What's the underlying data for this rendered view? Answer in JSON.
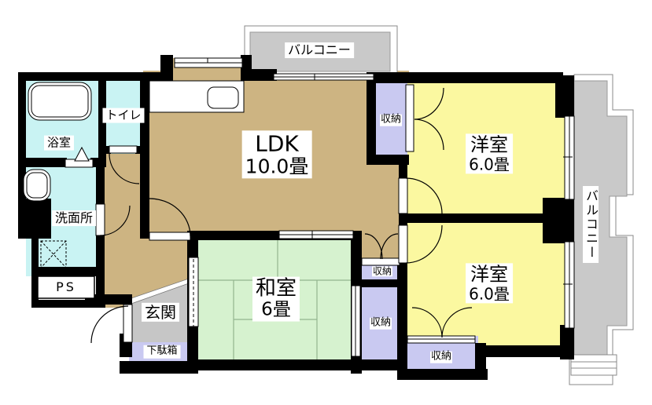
{
  "plan": {
    "rooms": {
      "ldk": {
        "name": "LDK",
        "size": "10.0畳"
      },
      "washitsu": {
        "name": "和室",
        "size": "6畳"
      },
      "youshitsu_upper": {
        "name": "洋室",
        "size": "6.0畳"
      },
      "youshitsu_lower": {
        "name": "洋室",
        "size": "6.0畳"
      },
      "bathroom": "浴室",
      "toilet": "トイレ",
      "washroom": "洗面所",
      "pipe_space": "PS",
      "entrance": "玄関",
      "shoe_cabinet": "下駄箱"
    },
    "balconies": {
      "top": "バルコニー",
      "right": "バルコニー"
    },
    "storages": [
      "収納",
      "収納",
      "収納",
      "収納"
    ]
  },
  "colors": {
    "wall": "#000000",
    "ldk": "#cdb482",
    "tatami": "#d6f2cf",
    "western": "#fbf8a0",
    "wet": "#c9f3f3",
    "storage": "#c9c9f1",
    "balcony": "#c9c9c9",
    "entrance": "#c6c6c6"
  }
}
